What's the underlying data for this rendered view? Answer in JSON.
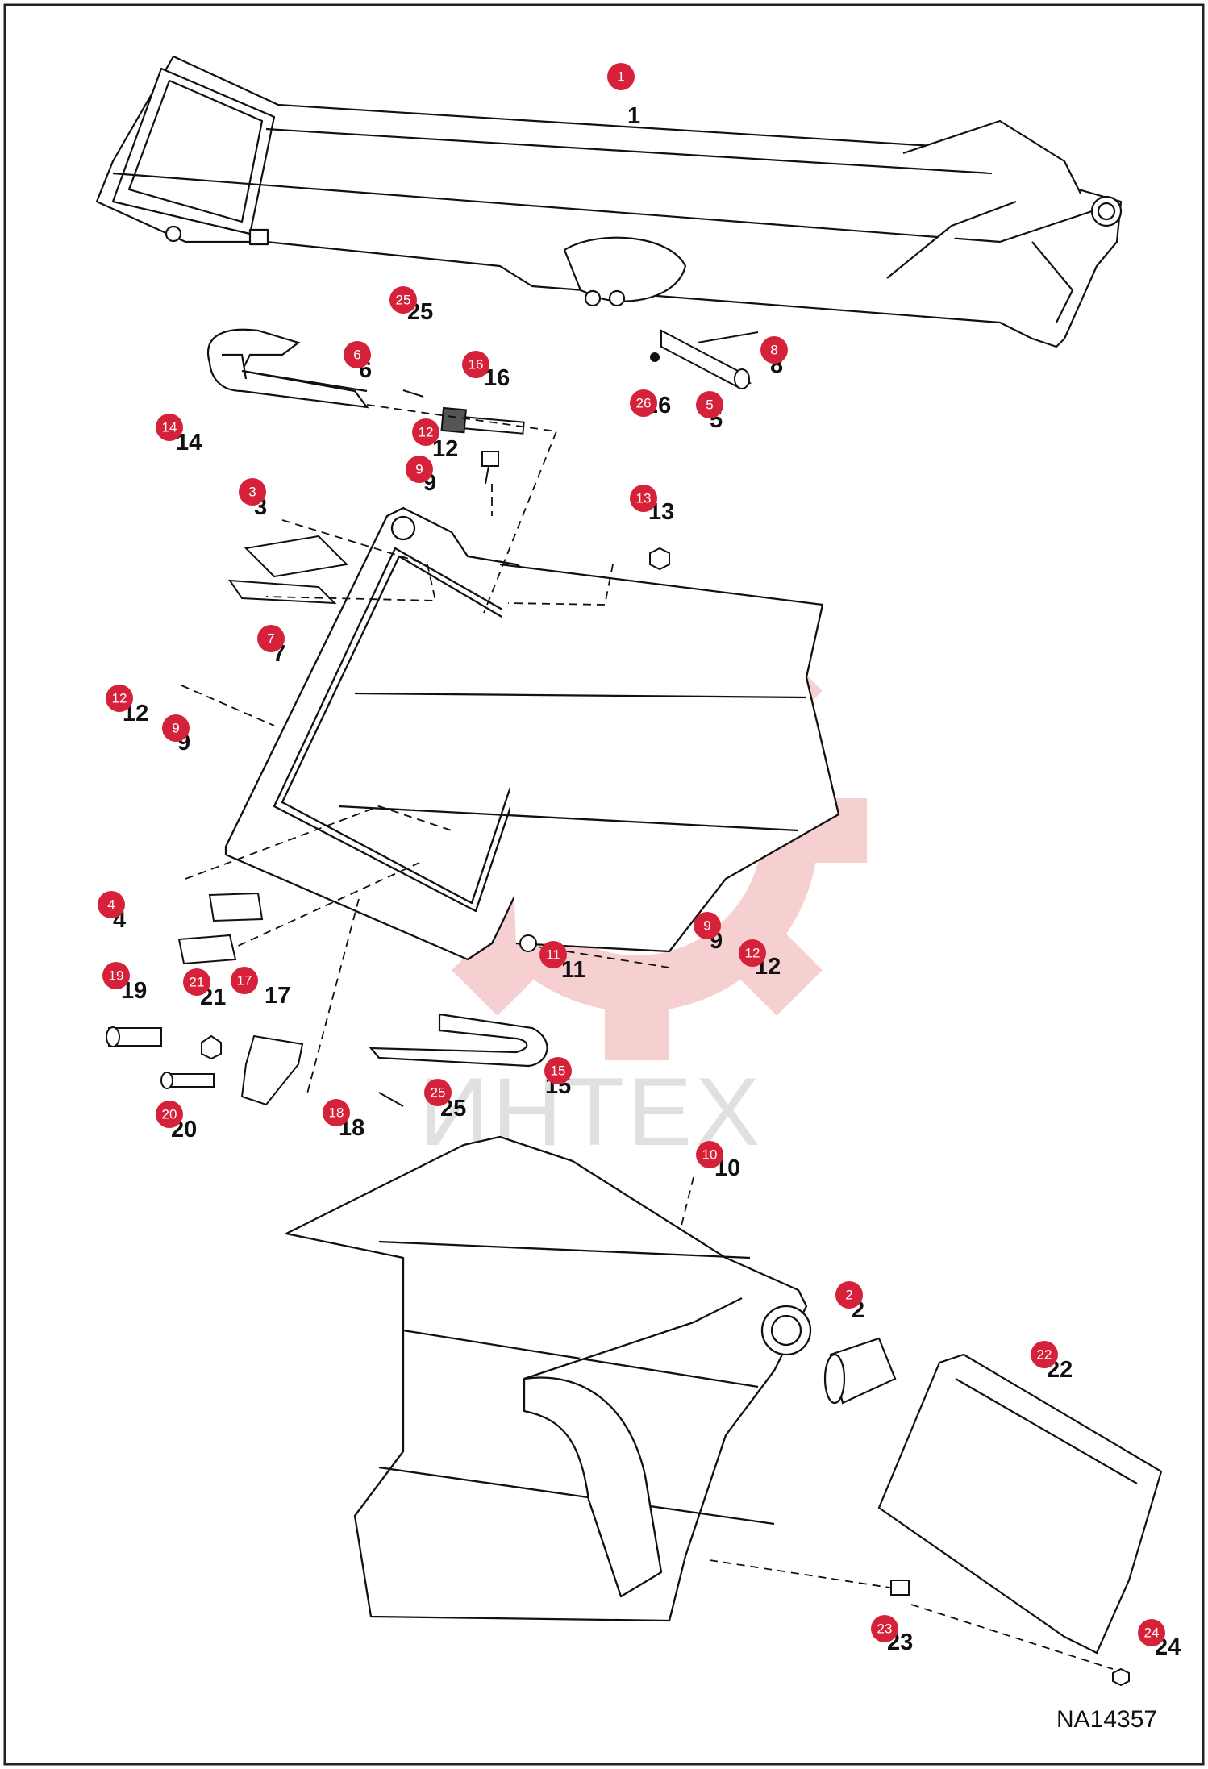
{
  "diagram": {
    "drawing_id": "NA14357",
    "watermark_text": "ИНТЕХ",
    "badge_color": "#d6213a",
    "watermark_color": "#e87a7a",
    "callouts": [
      {
        "id": "c1",
        "badge": "1",
        "label": "1"
      },
      {
        "id": "c25a",
        "badge": "25",
        "label": "25"
      },
      {
        "id": "c6",
        "badge": "6",
        "label": "6"
      },
      {
        "id": "c16",
        "badge": "16",
        "label": "16"
      },
      {
        "id": "c8",
        "badge": "8",
        "label": "8"
      },
      {
        "id": "c26",
        "badge": "26",
        "label": "26"
      },
      {
        "id": "c5",
        "badge": "5",
        "label": "5"
      },
      {
        "id": "c14",
        "badge": "14",
        "label": "14"
      },
      {
        "id": "c12a",
        "badge": "12",
        "label": "12"
      },
      {
        "id": "c9a",
        "badge": "9",
        "label": "9"
      },
      {
        "id": "c13",
        "badge": "13",
        "label": "13"
      },
      {
        "id": "c3",
        "badge": "3",
        "label": "3"
      },
      {
        "id": "c7",
        "badge": "7",
        "label": "7"
      },
      {
        "id": "c12b",
        "badge": "12",
        "label": "12"
      },
      {
        "id": "c9b",
        "badge": "9",
        "label": "9"
      },
      {
        "id": "c4",
        "badge": "4",
        "label": "4"
      },
      {
        "id": "c9c",
        "badge": "9",
        "label": "9"
      },
      {
        "id": "c11",
        "badge": "11",
        "label": "11"
      },
      {
        "id": "c12c",
        "badge": "12",
        "label": "12"
      },
      {
        "id": "c19",
        "badge": "19",
        "label": "19"
      },
      {
        "id": "c21",
        "badge": "21",
        "label": "21"
      },
      {
        "id": "c17",
        "badge": "17",
        "label": "17"
      },
      {
        "id": "c15",
        "badge": "15",
        "label": "15"
      },
      {
        "id": "c25b",
        "badge": "25",
        "label": "25"
      },
      {
        "id": "c20",
        "badge": "20",
        "label": "20"
      },
      {
        "id": "c18",
        "badge": "18",
        "label": "18"
      },
      {
        "id": "c10",
        "badge": "10",
        "label": "10"
      },
      {
        "id": "c2",
        "badge": "2",
        "label": "2"
      },
      {
        "id": "c22",
        "badge": "22",
        "label": "22"
      },
      {
        "id": "c23",
        "badge": "23",
        "label": "23"
      },
      {
        "id": "c24",
        "badge": "24",
        "label": "24"
      }
    ]
  }
}
